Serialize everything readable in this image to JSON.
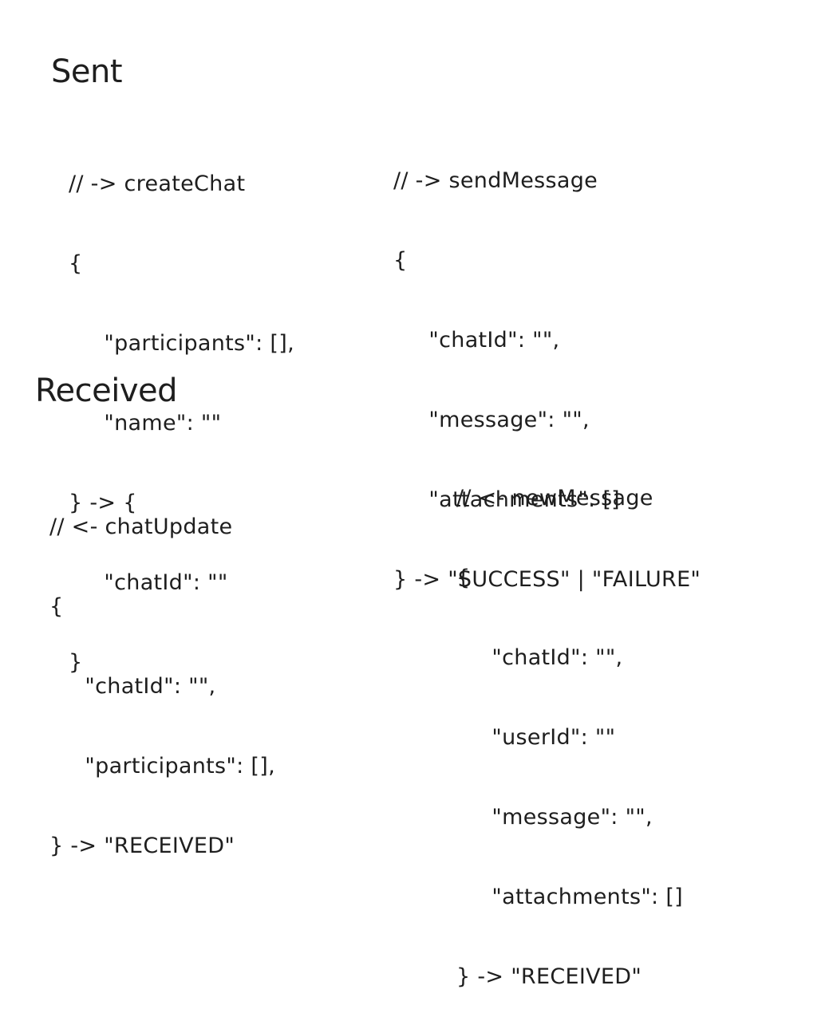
{
  "sections": {
    "sent": {
      "title": "Sent",
      "blocks": [
        {
          "lines": [
            "// -> createChat",
            "{",
            "     \"participants\": [],",
            "     \"name\": \"\"",
            "} -> {",
            "     \"chatId\": \"\"",
            "}"
          ]
        },
        {
          "lines": [
            "// -> sendMessage",
            "{",
            "     \"chatId\": \"\",",
            "     \"message\": \"\",",
            "     \"attachments\": []",
            "} -> \"SUCCESS\" | \"FAILURE\""
          ]
        }
      ]
    },
    "received": {
      "title": "Received",
      "blocks": [
        {
          "lines": [
            "// <- chatUpdate",
            "{",
            "     \"chatId\": \"\",",
            "     \"participants\": [],",
            "} -> \"RECEIVED\""
          ]
        },
        {
          "lines": [
            "// <- newMessage",
            "{",
            "     \"chatId\": \"\",",
            "     \"userId\": \"\"",
            "     \"message\": \"\",",
            "     \"attachments\": []",
            "} -> \"RECEIVED\""
          ]
        }
      ]
    }
  }
}
